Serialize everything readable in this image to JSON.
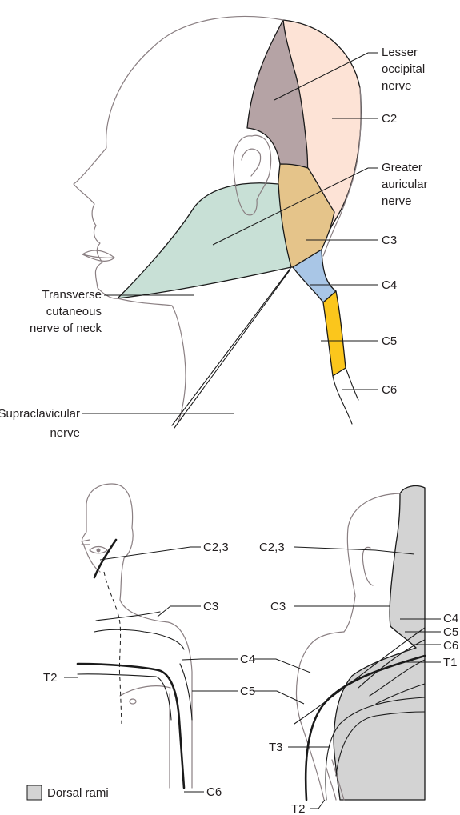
{
  "colors": {
    "lesser_occipital": "#b5a3a5",
    "c2": "#fde3d6",
    "greater_auricular": "#e5c48a",
    "transverse_cutaneous": "#c8e0d6",
    "c4": "#a9c6e6",
    "c5": "#fbc61c",
    "dorsal_rami": "#d3d3d3",
    "outline": "#8a7f82",
    "ink": "#1a1a1a"
  },
  "top_figure": {
    "labels": {
      "lesser_occipital_1": "Lesser",
      "lesser_occipital_2": "occipital",
      "lesser_occipital_3": "nerve",
      "c2": "C2",
      "greater_auricular_1": "Greater",
      "greater_auricular_2": "auricular",
      "greater_auricular_3": "nerve",
      "c3": "C3",
      "c4": "C4",
      "c5": "C5",
      "c6": "C6",
      "transverse_1": "Transverse",
      "transverse_2": "cutaneous",
      "transverse_3": "nerve of neck",
      "supraclavicular_1": "Supraclavicular",
      "supraclavicular_2": "nerve"
    }
  },
  "bottom_left": {
    "labels": {
      "c23": "C2,3",
      "c3": "C3",
      "c4": "C4",
      "t2": "T2",
      "c5": "C5",
      "c6": "C6"
    }
  },
  "bottom_right": {
    "labels": {
      "c23": "C2,3",
      "c3": "C3",
      "c4": "C4",
      "c5": "C5",
      "c6": "C6",
      "t1": "T1",
      "t3": "T3",
      "t2": "T2"
    }
  },
  "legend": {
    "label": "Dorsal rami"
  }
}
